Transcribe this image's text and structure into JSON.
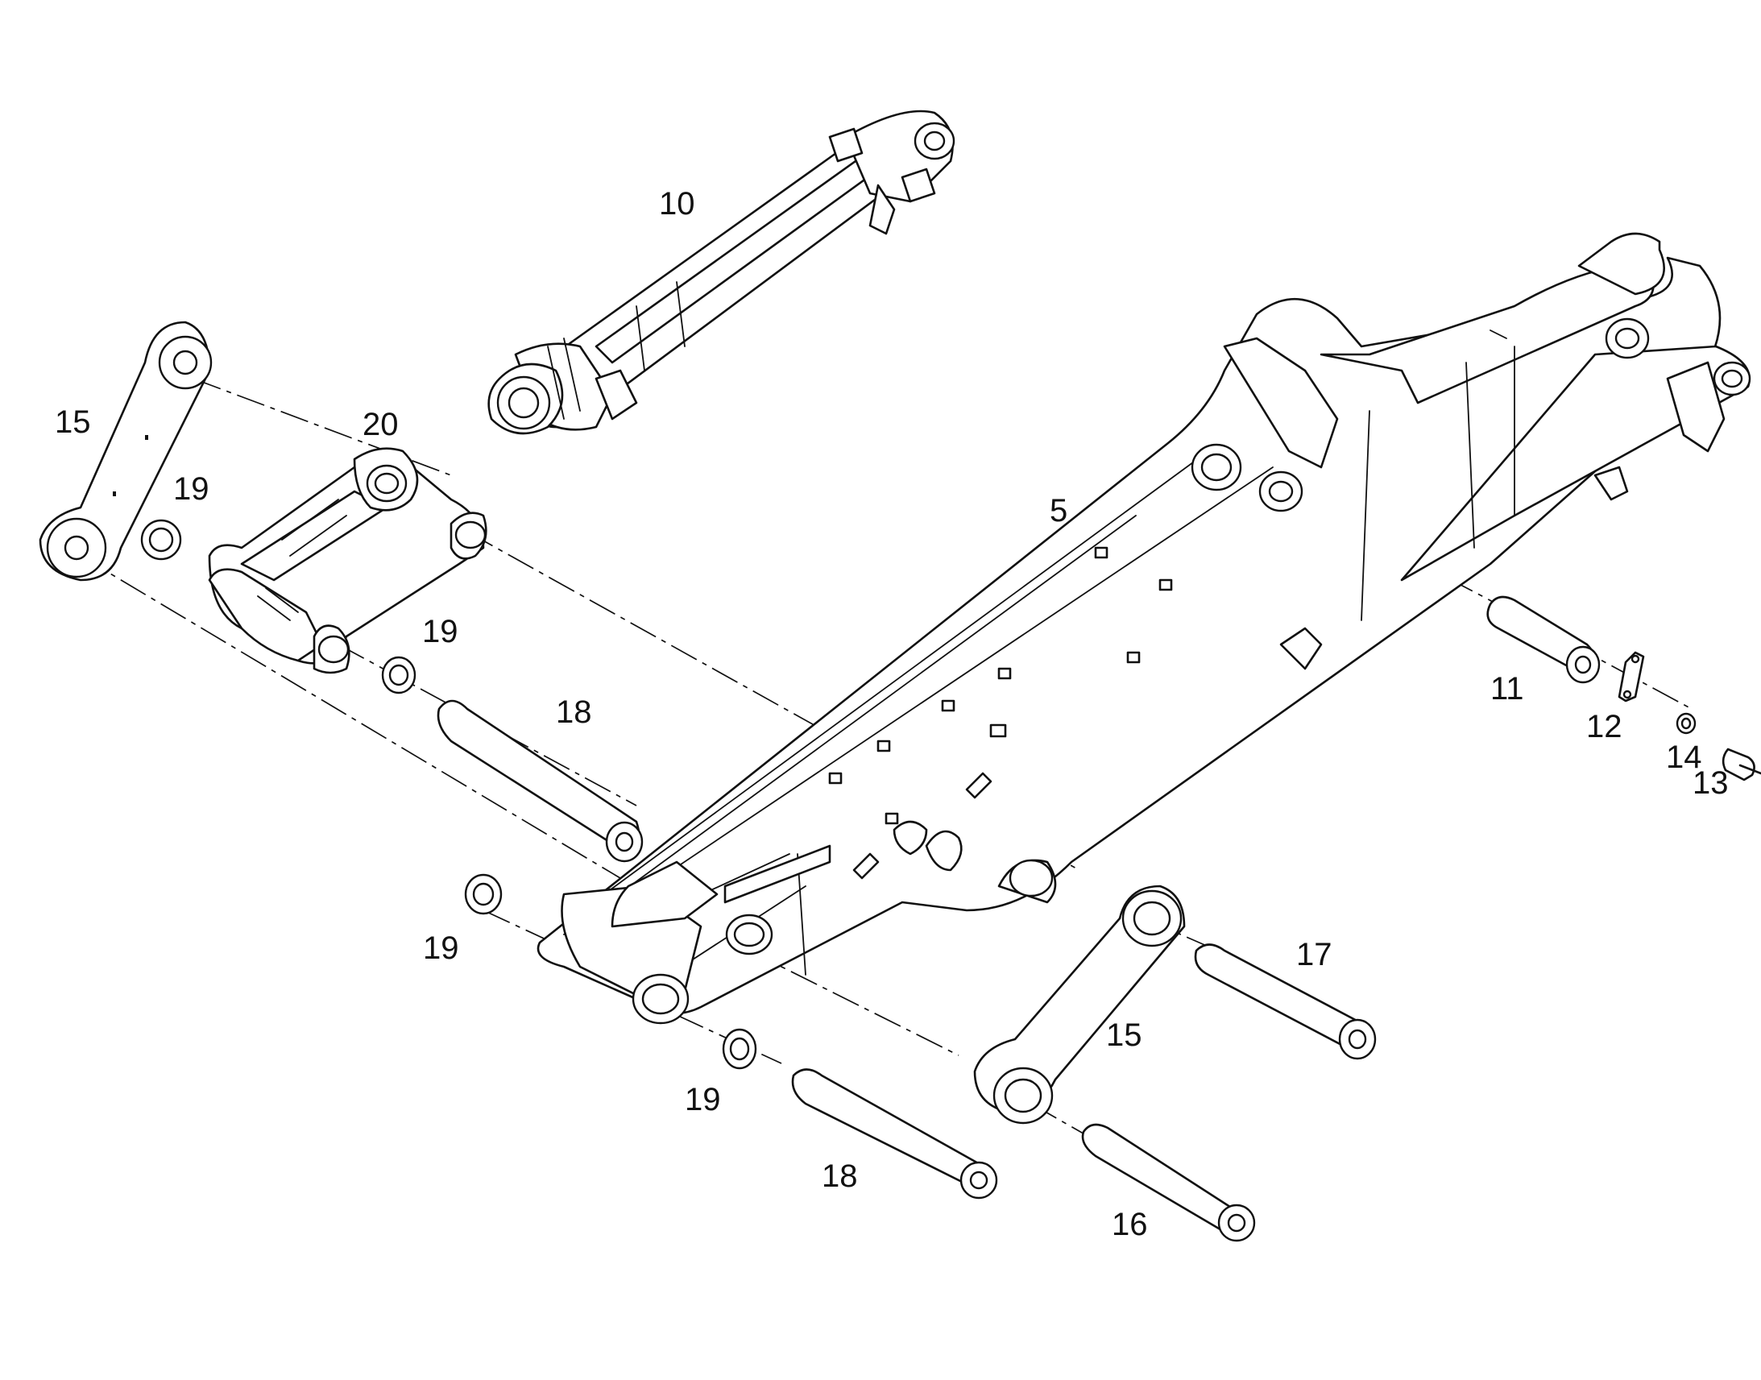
{
  "labels": {
    "l10": "10",
    "l5": "5",
    "l20": "20",
    "l15a": "15",
    "l19a": "19",
    "l19b": "19",
    "l18a": "18",
    "l11": "11",
    "l12": "12",
    "l14": "14",
    "l13": "13",
    "l19c": "19",
    "l17": "17",
    "l15b": "15",
    "l19d": "19",
    "l18b": "18",
    "l16": "16"
  }
}
